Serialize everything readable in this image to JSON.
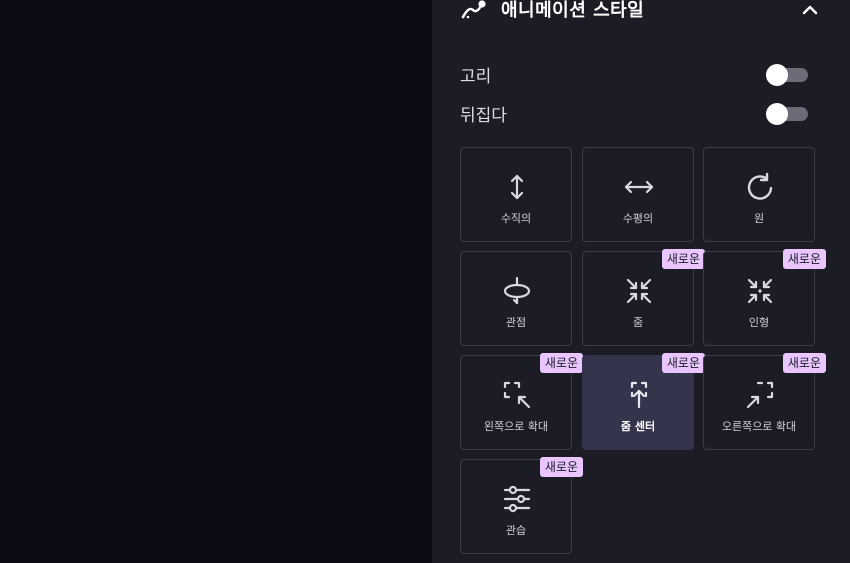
{
  "section": {
    "title": "애니메이션 스타일",
    "header_icon": "animation-curve-icon",
    "collapse_icon": "chevron-up-icon"
  },
  "toggles": [
    {
      "label": "고리",
      "checked": false
    },
    {
      "label": "뒤집다",
      "checked": false
    }
  ],
  "badge_label": "새로운",
  "tiles": [
    {
      "label": "수직의",
      "icon": "vertical-arrows-icon",
      "is_new": false,
      "selected": false
    },
    {
      "label": "수평의",
      "icon": "horizontal-arrows-icon",
      "is_new": false,
      "selected": false
    },
    {
      "label": "원",
      "icon": "circle-rotate-icon",
      "is_new": false,
      "selected": false
    },
    {
      "label": "관점",
      "icon": "perspective-icon",
      "is_new": false,
      "selected": false
    },
    {
      "label": "줌",
      "icon": "zoom-in-arrows-icon",
      "is_new": true,
      "selected": false
    },
    {
      "label": "인형",
      "icon": "doll-zoom-icon",
      "is_new": true,
      "selected": false
    },
    {
      "label": "왼쪽으로 확대",
      "icon": "zoom-left-icon",
      "is_new": true,
      "selected": false
    },
    {
      "label": "줌 센터",
      "icon": "zoom-center-icon",
      "is_new": true,
      "selected": true
    },
    {
      "label": "오른쪽으로 확대",
      "icon": "zoom-right-icon",
      "is_new": true,
      "selected": false
    },
    {
      "label": "관습",
      "icon": "sliders-icon",
      "is_new": true,
      "selected": false
    }
  ],
  "colors": {
    "background": "#0c0c14",
    "panel": "#1c1c25",
    "tile_border": "#3c3c48",
    "selected_tile": "#34344c",
    "badge": "#e9c6ff",
    "toggle_track": "#6c6c78"
  }
}
